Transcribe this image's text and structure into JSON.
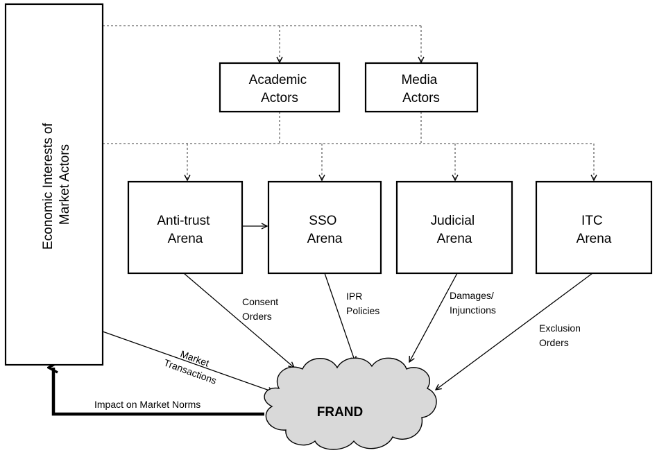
{
  "economic_box": {
    "label_lines": [
      "Economic Interests of",
      "Market Actors"
    ]
  },
  "academic": {
    "lines": [
      "Academic",
      "Actors"
    ]
  },
  "media": {
    "lines": [
      "Media",
      "Actors"
    ]
  },
  "arenas": {
    "antitrust": {
      "lines": [
        "Anti-trust",
        "Arena"
      ]
    },
    "sso": {
      "lines": [
        "SSO",
        "Arena"
      ]
    },
    "judicial": {
      "lines": [
        "Judicial",
        "Arena"
      ]
    },
    "itc": {
      "lines": [
        "ITC",
        "Arena"
      ]
    }
  },
  "edges": {
    "consent": [
      "Consent",
      "Orders"
    ],
    "ipr": [
      "IPR",
      "Policies"
    ],
    "damages": [
      "Damages/",
      "Injunctions"
    ],
    "exclusion": [
      "Exclusion",
      "Orders"
    ],
    "market": [
      "Market",
      "Transactions"
    ],
    "impact": "Impact on Market Norms"
  },
  "frand": {
    "label": "FRAND",
    "fill": "#d9d9d9"
  },
  "colors": {
    "line": "#000000",
    "dotted": "#666666"
  }
}
